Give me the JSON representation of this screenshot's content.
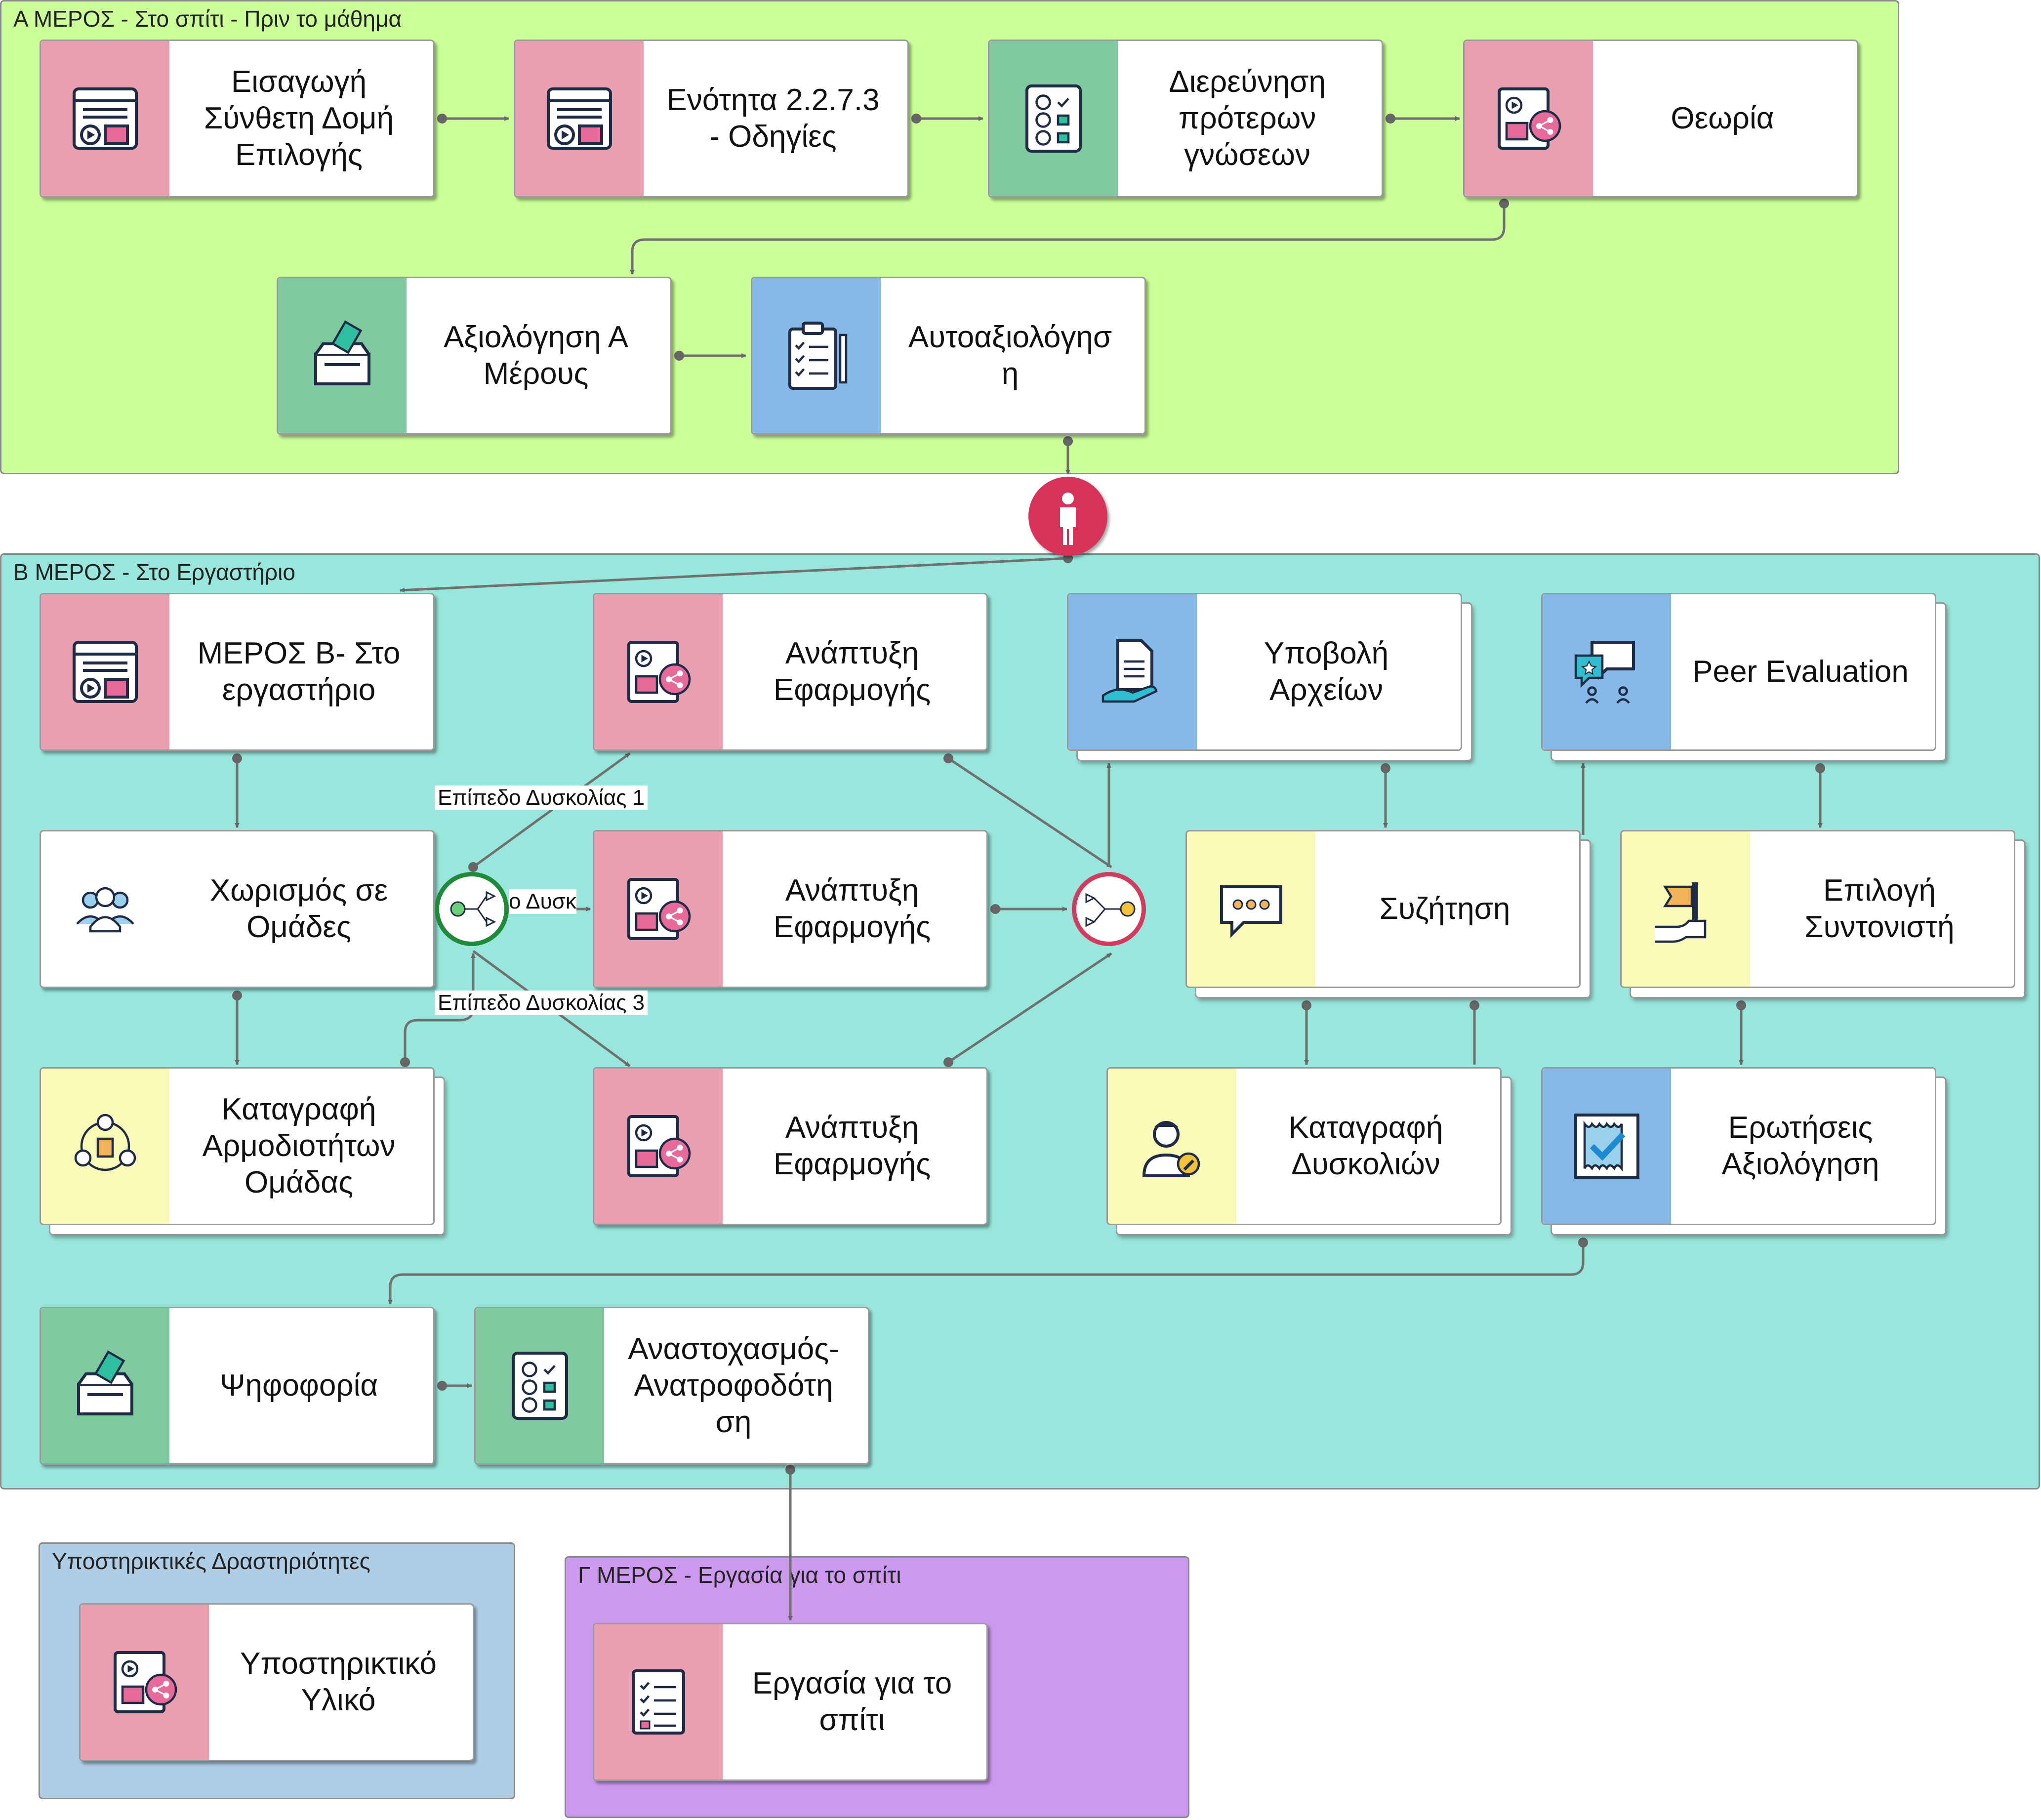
{
  "zones": {
    "a_title": "Α ΜΕΡΟΣ - Στο σπίτι - Πριν το μάθημα",
    "b_title": "Β ΜΕΡΟΣ - Στο Εργαστήριο",
    "c_title": "Υποστηρικτικές Δραστηριότητες",
    "d_title": "Γ ΜΕΡΟΣ - Εργασία για το σπίτι"
  },
  "nodes": {
    "a1": "Εισαγωγή\nΣύνθετη Δομή\nΕπιλογής",
    "a2": "Ενότητα 2.2.7.3\n- Οδηγίες",
    "a3": "Διερεύνηση\nπρότερων\nγνώσεων",
    "a4": "Θεωρία",
    "a5": "Αξιολόγηση Α\nΜέρους",
    "a6": "Αυτοαξιολόγησ\nη",
    "b1": "ΜΕΡΟΣ Β- Στο\nεργαστήριο",
    "b2": "Χωρισμός σε\nΟμάδες",
    "b3": "Καταγραφή\nΑρμοδιοτήτων\nΟμάδας",
    "b4": "Ανάπτυξη\nΕφαρμογής",
    "b5": "Ανάπτυξη\nΕφαρμογής",
    "b6": "Ανάπτυξη\nΕφαρμογής",
    "b7": "Υποβολή\nΑρχείων",
    "b8": "Συζήτηση",
    "b9": "Καταγραφή\nΔυσκολιών",
    "b10": "Peer Evaluation",
    "b11": "Επιλογή\nΣυντονιστή",
    "b12": "Ερωτήσεις\nΑξιολόγηση",
    "b13": "Ψηφοφορία",
    "b14": "Αναστοχασμός-\nΑνατροφοδότη\nση",
    "c1": "Υποστηρικτικό\nΥλικό",
    "d1": "Εργασία για το\nσπίτι"
  },
  "edge_labels": {
    "level1": "Επίπεδο Δυσκολίας 1",
    "level2": "ο Δυσκ",
    "level3": "Επίπεδο Δυσκολίας 3"
  },
  "icons": {
    "a1": "video-lesson-icon",
    "a2": "video-lesson-icon",
    "a3": "survey-icon",
    "a4": "media-share-icon",
    "a5": "ballot-box-icon",
    "a6": "clipboard-checklist-icon",
    "b1": "video-lesson-icon",
    "b2": "group-icon",
    "b3": "team-roles-icon",
    "b4": "media-share-icon",
    "b5": "media-share-icon",
    "b6": "media-share-icon",
    "b7": "document-hand-icon",
    "b8": "chat-bubble-icon",
    "b9": "user-edit-icon",
    "b10": "chat-rating-icon",
    "b11": "hand-flag-icon",
    "b12": "checkmark-stamp-icon",
    "b13": "ballot-box-icon",
    "b14": "survey-icon",
    "c1": "media-share-icon",
    "d1": "checklist-icon"
  },
  "colors": {
    "zone_a": "#ccff99",
    "zone_b": "#99e6dd",
    "zone_c": "#b0cde6",
    "zone_d": "#cc99ee",
    "strip_pink": "#e8a0b0",
    "strip_green": "#80c9a0",
    "strip_blue": "#86b8e8",
    "strip_yellow": "#fafab8",
    "split_gateway": "#1f8a3a",
    "merge_gateway": "#d23a5e",
    "person_node": "#d6325a"
  }
}
